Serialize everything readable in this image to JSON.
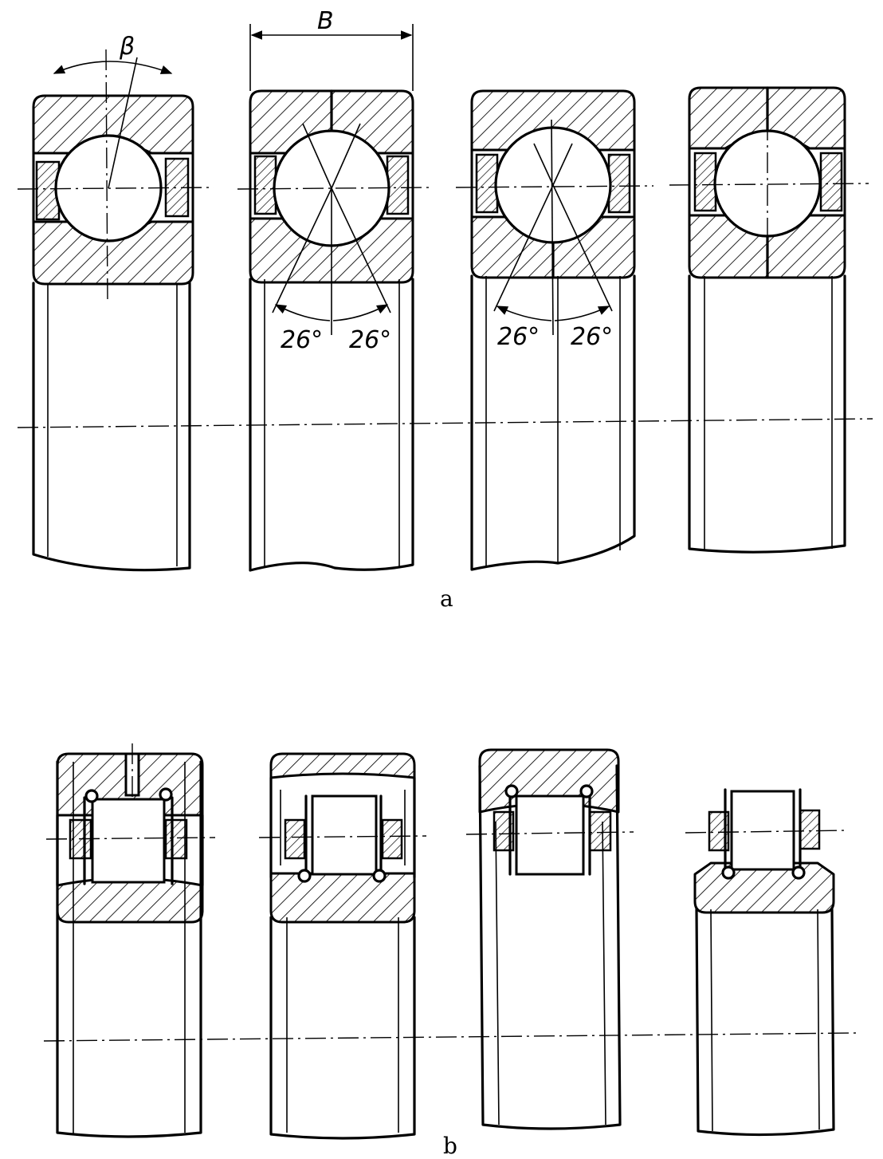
{
  "figure": {
    "label_beta": "β",
    "label_B": "B",
    "angle_left": "26°",
    "angle_right": "26°",
    "angle_left_2": "26°",
    "angle_right_2": "26°",
    "caption_a": "a",
    "caption_b": "b"
  },
  "colors": {
    "ink": "#000000",
    "paper": "#ffffff"
  }
}
